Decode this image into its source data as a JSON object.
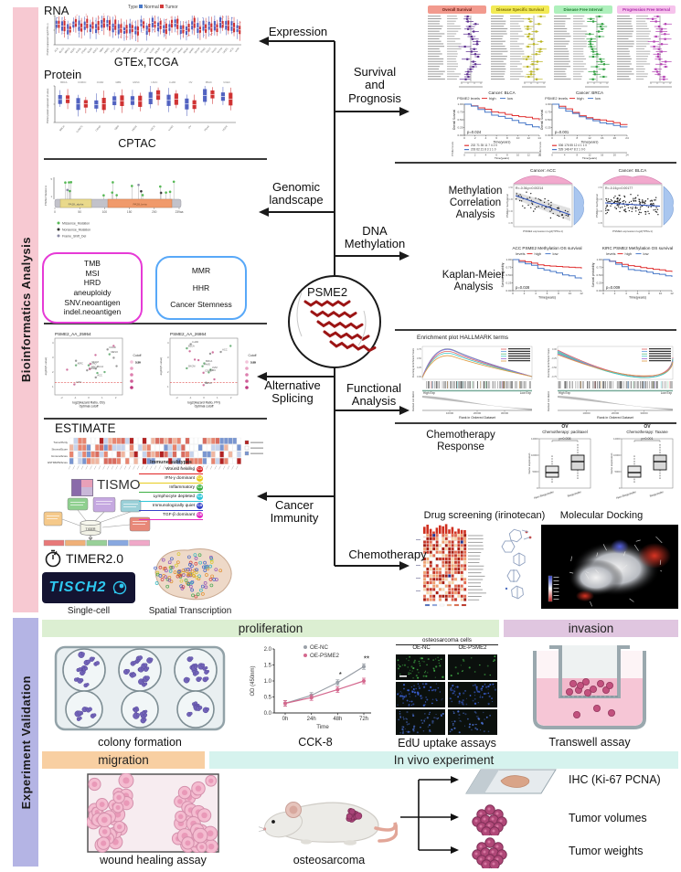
{
  "sidebar": {
    "bioinformatics": "Bioinformatics Analysis",
    "experiment": "Experiment Validation"
  },
  "center": {
    "gene": "PSME2"
  },
  "branches": {
    "expression": "Expression",
    "survival": [
      "Survival",
      "and",
      "Prognosis"
    ],
    "genomic": [
      "Genomic",
      "landscape"
    ],
    "methylation": [
      "DNA",
      "Methylation"
    ],
    "splicing": [
      "Alternative",
      "Splicing"
    ],
    "functional": [
      "Functional",
      "Analysis"
    ],
    "immunity": [
      "Cancer",
      "Immunity"
    ],
    "chemotherapy": "Chemotherapy"
  },
  "expression": {
    "rna_title": "RNA",
    "legend": {
      "type": "Type",
      "normal": "Normal",
      "tumor": "Tumor"
    },
    "rna_caption": "GTEx,TCGA",
    "protein_title": "Protein",
    "protein_caption": "CPTAC",
    "rna_ylabel": "PSME2 expression log2(TPM+1)",
    "protein_ylabel": "PSME2 protein expression (Z-value)",
    "rna_cancers": [
      "ACC",
      "BLCA",
      "BRCA",
      "CESC",
      "CHOL",
      "COAD",
      "DLBC",
      "ESCA",
      "GBM",
      "HNSC",
      "KICH",
      "KIRC",
      "KIRP",
      "LAML",
      "LGG",
      "LIHC",
      "LUAD",
      "LUSC",
      "MESO",
      "OV",
      "PAAD",
      "PCPG",
      "PRAD",
      "READ",
      "SARC",
      "SKCM",
      "STAD",
      "TGCT",
      "THCA",
      "THYM",
      "UCEC",
      "UCS",
      "UVM"
    ],
    "protein_cancers": [
      "BRCA",
      "CCRCC",
      "COAD",
      "GBM",
      "HNSC",
      "LSCC",
      "LUAD",
      "OV",
      "PDAC",
      "UCEC"
    ]
  },
  "survival": {
    "forest": [
      {
        "title": "Overall Survival",
        "bg": "#f29a8e",
        "fg": "#6b1d12",
        "marker": "#5b2d8e"
      },
      {
        "title": "Disease Specific Survival",
        "bg": "#f2ea55",
        "fg": "#7d6e00",
        "marker": "#b9b41f"
      },
      {
        "title": "Disease Free Interval",
        "bg": "#aef0bc",
        "fg": "#1d7c2e",
        "marker": "#2f9e3f"
      },
      {
        "title": "Progression Free Interval",
        "bg": "#f6c3ec",
        "fg": "#a825a8",
        "marker": "#b23fb2"
      }
    ],
    "km": [
      {
        "cancer": "Cancer: BLCA",
        "levels": "PSME2 levels",
        "high": "high",
        "low": "low",
        "p": "p=0.024",
        "ylabel": "Overall Survival",
        "xlabel": "Time(years)",
        "xticks": [
          "0",
          "2",
          "4",
          "6",
          "8",
          "10",
          "12",
          "14"
        ],
        "risk_high": "202 71 35 11 7 4 2 0",
        "risk_low": "203 62 21 8 3 1 1 0",
        "endHigh": 0.45,
        "endLow": 0.2
      },
      {
        "cancer": "Cancer: BRCA",
        "levels": "PSME2 levels",
        "high": "high",
        "low": "low",
        "p": "p=0.001",
        "ylabel": "Overall Survival",
        "xlabel": "Time(years)",
        "xticks": [
          "0",
          "4",
          "8",
          "12",
          "16",
          "20",
          "24"
        ],
        "risk_high": "536 176 55 12 4 1 1 0",
        "risk_low": "539 148 47 8 2 1 0 0",
        "endHigh": 0.33,
        "endLow": 0.26
      }
    ]
  },
  "genomic": {
    "ylabel": "PSME2 Mutations",
    "domains": [
      {
        "name": "PA28_alpha",
        "color": "#e9d98b"
      },
      {
        "name": "PA28_beta",
        "color": "#f09a6b"
      }
    ],
    "xticks": [
      "0",
      "50",
      "100",
      "150",
      "200",
      "239aa"
    ],
    "legend": [
      {
        "label": "Missense_Mutation",
        "color": "#57b956"
      },
      {
        "label": "Nonsense_Mutation",
        "color": "#333333"
      },
      {
        "label": "Frame_Shift_Del",
        "color": "#8a8aa5"
      }
    ],
    "tmb_box": [
      "TMB",
      "MSI",
      "HRD",
      "aneuploidy",
      "SNV.neoantigen",
      "indel.neoantigen"
    ],
    "mmr_box": [
      "MMR",
      "HHR",
      "Cancer Stemness"
    ]
  },
  "methylation": {
    "corr_label": [
      "Methylation",
      "Correlation",
      "Analysis"
    ],
    "km_label": [
      "Kaplan-Meier",
      "Analysis"
    ],
    "scatter": [
      {
        "title": "Cancer: ACC",
        "stat": "R=-0.36,p=0.00214",
        "ylabel": "PSME2 methylation",
        "xlabel": "PSME2 expression log2(TPM+1)",
        "slope": -0.35,
        "n": 60
      },
      {
        "title": "Cancer: BLCA",
        "stat": "R=-0.16,p=0.00177",
        "ylabel": "PSME2 methylation",
        "xlabel": "PSME2 expression log2(TPM+1)",
        "slope": -0.06,
        "n": 150
      }
    ],
    "km": [
      {
        "title": "ACC PSME2 Methylation OS survival",
        "levels": "levels",
        "high": "high",
        "low": "low",
        "p": "p=0.028",
        "ylabel": "Survival probability",
        "xlabel": "Time(years)",
        "xticks": [
          "0",
          "2",
          "4",
          "6",
          "8",
          "10",
          "12"
        ],
        "endHigh": 0.66,
        "endLow": 0.27
      },
      {
        "title": "KIRC PSME2 Methylation OS survival",
        "levels": "levels",
        "high": "high",
        "low": "low",
        "p": "p=0.009",
        "ylabel": "Survival probability",
        "xlabel": "Time(years)",
        "xticks": [
          "0",
          "2",
          "4",
          "6",
          "8",
          "10",
          "12"
        ],
        "endHigh": 0.5,
        "endLow": 0.44
      }
    ]
  },
  "splicing": {
    "labels": [
      "PAAD",
      "UVM",
      "KIRC",
      "BLCA",
      "LUAD",
      "COAD",
      "BRCA",
      "MESO",
      "ACC",
      "SKCM",
      "STAD",
      "LIHC"
    ],
    "plots": [
      {
        "title": "PSME2_AA_25954",
        "ylabel": "-log10(P-value)",
        "xlabel1": "log2(Hazard Ratio, OS)",
        "xlabel2": "Optimal cutoff",
        "cutoff_label": "Cutoff",
        "cutoffs": [
          "0.06",
          "0.14",
          "0.21",
          "0.29",
          "0.37"
        ]
      },
      {
        "title": "PSME2_AA_26864",
        "ylabel": "-log10(P-value)",
        "xlabel1": "log2(Hazard Ratio, PFI)",
        "xlabel2": "Optimal cutoff",
        "cutoff_label": "Cutoff",
        "cutoffs": [
          "0.05",
          "0.09",
          "0.13",
          "0.18",
          "0.22"
        ]
      }
    ]
  },
  "immunity": {
    "estimate_title": "ESTIMATE",
    "estimate_rows": [
      "TumorPurity",
      "StromalScore",
      "ImmuneScore",
      "ESTIMATEScore"
    ],
    "tismo": "TISMO",
    "tiger": "TIGER",
    "subtypes_title": "Immune subtypes",
    "subtypes": [
      {
        "label": "Wound healing",
        "code": "C1",
        "color": "#e02424"
      },
      {
        "label": "IFN-γ dominant",
        "code": "C2",
        "color": "#e8cc1e"
      },
      {
        "label": "Inflammatory",
        "code": "C3",
        "color": "#3cb043"
      },
      {
        "label": "Lymphocyte depleted",
        "code": "C4",
        "color": "#2ec6d8"
      },
      {
        "label": "Immunologically quiet",
        "code": "C5",
        "color": "#3541c8"
      },
      {
        "label": "TGF-β dominant",
        "code": "C6",
        "color": "#e32bc3"
      }
    ],
    "timer": "TIMER2.0",
    "tisch": "TISCH2",
    "single_cell": "Single-cell",
    "spatial": "Spatial Transcription"
  },
  "functional": {
    "title": "Enrichment plot HALLMARK terms",
    "ylabel_run": "Running Enrichment Score",
    "ylabel_rank": "Ranked List Metric",
    "xlabel": "Rank in Ordered Dataset",
    "high": "High Exp",
    "low": "Low Exp",
    "xticks": [
      "10000",
      "20000",
      "30000"
    ]
  },
  "chemo": {
    "response_label": "Chemotherapy Response",
    "boxplots": [
      {
        "cancer": "OV",
        "title": "Chemotherapy: paclitaxel",
        "p": "p=0.008",
        "ylabel": "Gene expression",
        "yticks": [
          "0",
          "5000",
          "10000",
          "14000"
        ],
        "groups": [
          "Non-Responder",
          "Responder"
        ]
      },
      {
        "cancer": "OV",
        "title": "Chemotherapy: Taxane",
        "p": "p=0.001",
        "ylabel": "Gene expression",
        "yticks": [
          "0",
          "5000",
          "10000",
          "14000"
        ],
        "groups": [
          "Non-Responder",
          "Responder"
        ]
      }
    ],
    "drug_label": "Drug screening (irinotecan)",
    "docking_label": "Molecular Docking"
  },
  "validation": {
    "bars": {
      "proliferation": "proliferation",
      "invasion": "invasion",
      "migration": "migration",
      "invivo": "In vivo experiment"
    },
    "colony_caption": "colony formation",
    "cck8_caption": "CCK-8",
    "edu": {
      "header": "osteosarcoma cells",
      "col1": "OE-NC",
      "col2": "OE-PSME2",
      "caption": "EdU uptake assays"
    },
    "transwell_caption": "Transwell assay",
    "wound_caption": "wound healing assay",
    "mouse_caption": "osteosarcoma",
    "invivo_items": [
      "IHC (Ki-67 PCNA)",
      "Tumor volumes",
      "Tumor weights"
    ]
  },
  "chart_data": {
    "cck8": {
      "type": "line",
      "x": [
        "0h",
        "24h",
        "48h",
        "72h"
      ],
      "xlabel": "Time",
      "ylabel": "OD (450nm)",
      "ylim": [
        0,
        2
      ],
      "yticks": [
        0,
        0.5,
        1.0,
        1.5,
        2.0
      ],
      "series": [
        {
          "name": "OE-NC",
          "color": "#9aa0a8",
          "values": [
            0.3,
            0.55,
            0.95,
            1.45
          ]
        },
        {
          "name": "OE-PSME2",
          "color": "#d4688e",
          "values": [
            0.3,
            0.48,
            0.73,
            1.0
          ]
        }
      ],
      "sig": [
        {
          "xi": 2,
          "label": "*"
        },
        {
          "xi": 3,
          "label": "**"
        }
      ]
    }
  }
}
